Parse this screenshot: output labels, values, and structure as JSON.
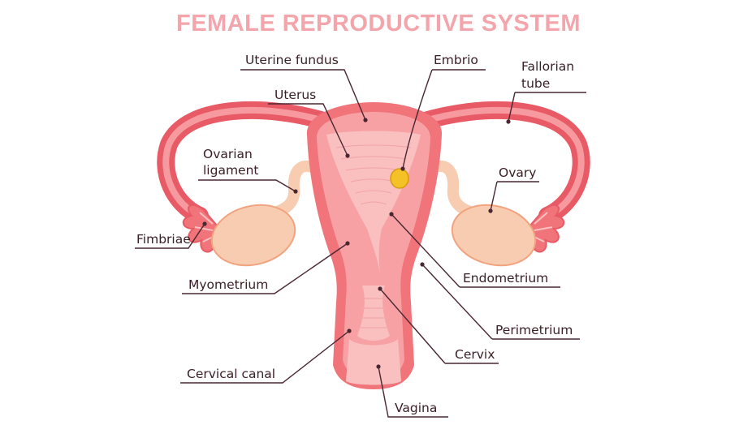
{
  "title": "FEMALE REPRODUCTIVE SYSTEM",
  "labels": {
    "uterine_fundus": "Uterine fundus",
    "embrio": "Embrio",
    "fallorian_tube_1": "Fallorian",
    "fallorian_tube_2": "tube",
    "uterus": "Uterus",
    "ovarian_ligament_1": "Ovarian",
    "ovarian_ligament_2": "ligament",
    "ovary": "Ovary",
    "fimbriae": "Fimbriae",
    "myometrium": "Myometrium",
    "endometrium": "Endometrium",
    "perimetrium": "Perimetrium",
    "cervix": "Cervix",
    "cervical_canal": "Cervical canal",
    "vagina": "Vagina"
  },
  "colors": {
    "title": "#f3a5ab",
    "label_text": "#3a2026",
    "leader_line": "#4a2630",
    "uterus_outer": "#f0747a",
    "uterus_wall": "#f7a1a4",
    "uterus_inner": "#f9c0bf",
    "tube": "#e85b66",
    "tube_inner": "#f69aa0",
    "ovary": "#f8ccb0",
    "ovary_outline": "#f1a37f",
    "embryo": "#f4c226",
    "embryo_outline": "#d99d12"
  }
}
